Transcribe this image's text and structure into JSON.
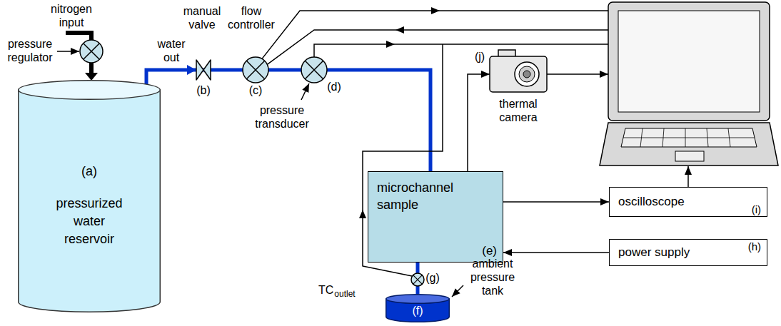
{
  "diagram": {
    "nodes": [
      {
        "text": [
          "(a)",
          "pressurized water reservoir"
        ]
      },
      {
        "text": [
          "microchannel sample",
          "(e)"
        ]
      },
      {
        "text": [
          "oscilloscope",
          "(i)"
        ]
      },
      {
        "text": [
          "power supply",
          "(h)"
        ]
      },
      {
        "text": [
          "(f)"
        ]
      }
    ],
    "edges": [
      {
        "from": 0,
        "to": 1,
        "arrow": "none"
      },
      {
        "from": 1,
        "to": 4,
        "arrow": "none"
      },
      {
        "from": 1,
        "to": 2,
        "arrow": "to"
      },
      {
        "from": 3,
        "to": 1,
        "arrow": "to"
      }
    ],
    "labels": [
      "nitrogen input",
      "pressure regulator",
      "water out",
      "manual valve",
      "(b)",
      "flow controller",
      "(c)",
      "pressure transducer",
      "(d)",
      "thermal camera",
      "(j)",
      "TC",
      "outlet",
      "(g)",
      "ambient pressure tank"
    ]
  }
}
